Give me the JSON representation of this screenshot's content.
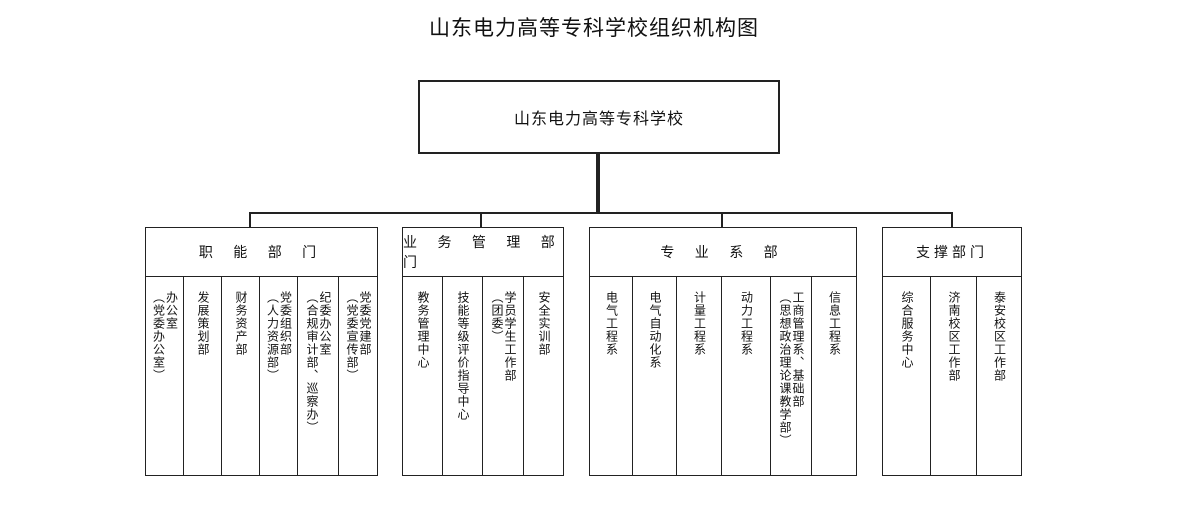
{
  "title": "山东电力高等专科学校组织机构图",
  "root": "山东电力高等专科学校",
  "groups": [
    {
      "label": "职 能 部 门",
      "units": [
        "办公室\n（党委办公室）",
        "发展策划部",
        "财务资产部",
        "党委组织部\n（人力资源部）",
        "纪委办公室\n（合规审计部、巡察办）",
        "党委党建部\n（党委宣传部）"
      ]
    },
    {
      "label": "业 务 管 理 部 门",
      "units": [
        "教务管理中心",
        "技能等级评价指导中心",
        "学员学生工作部\n（团委）",
        "安全实训部"
      ]
    },
    {
      "label": "专 业 系 部",
      "units": [
        "电气工程系",
        "电气自动化系",
        "计量工程系",
        "动力工程系",
        "工商管理系、基础部\n（思想政治理论课教学部）",
        "信息工程系"
      ]
    },
    {
      "label": "支撑部门",
      "units": [
        "综合服务中心",
        "济南校区工作部",
        "泰安校区工作部"
      ]
    }
  ]
}
